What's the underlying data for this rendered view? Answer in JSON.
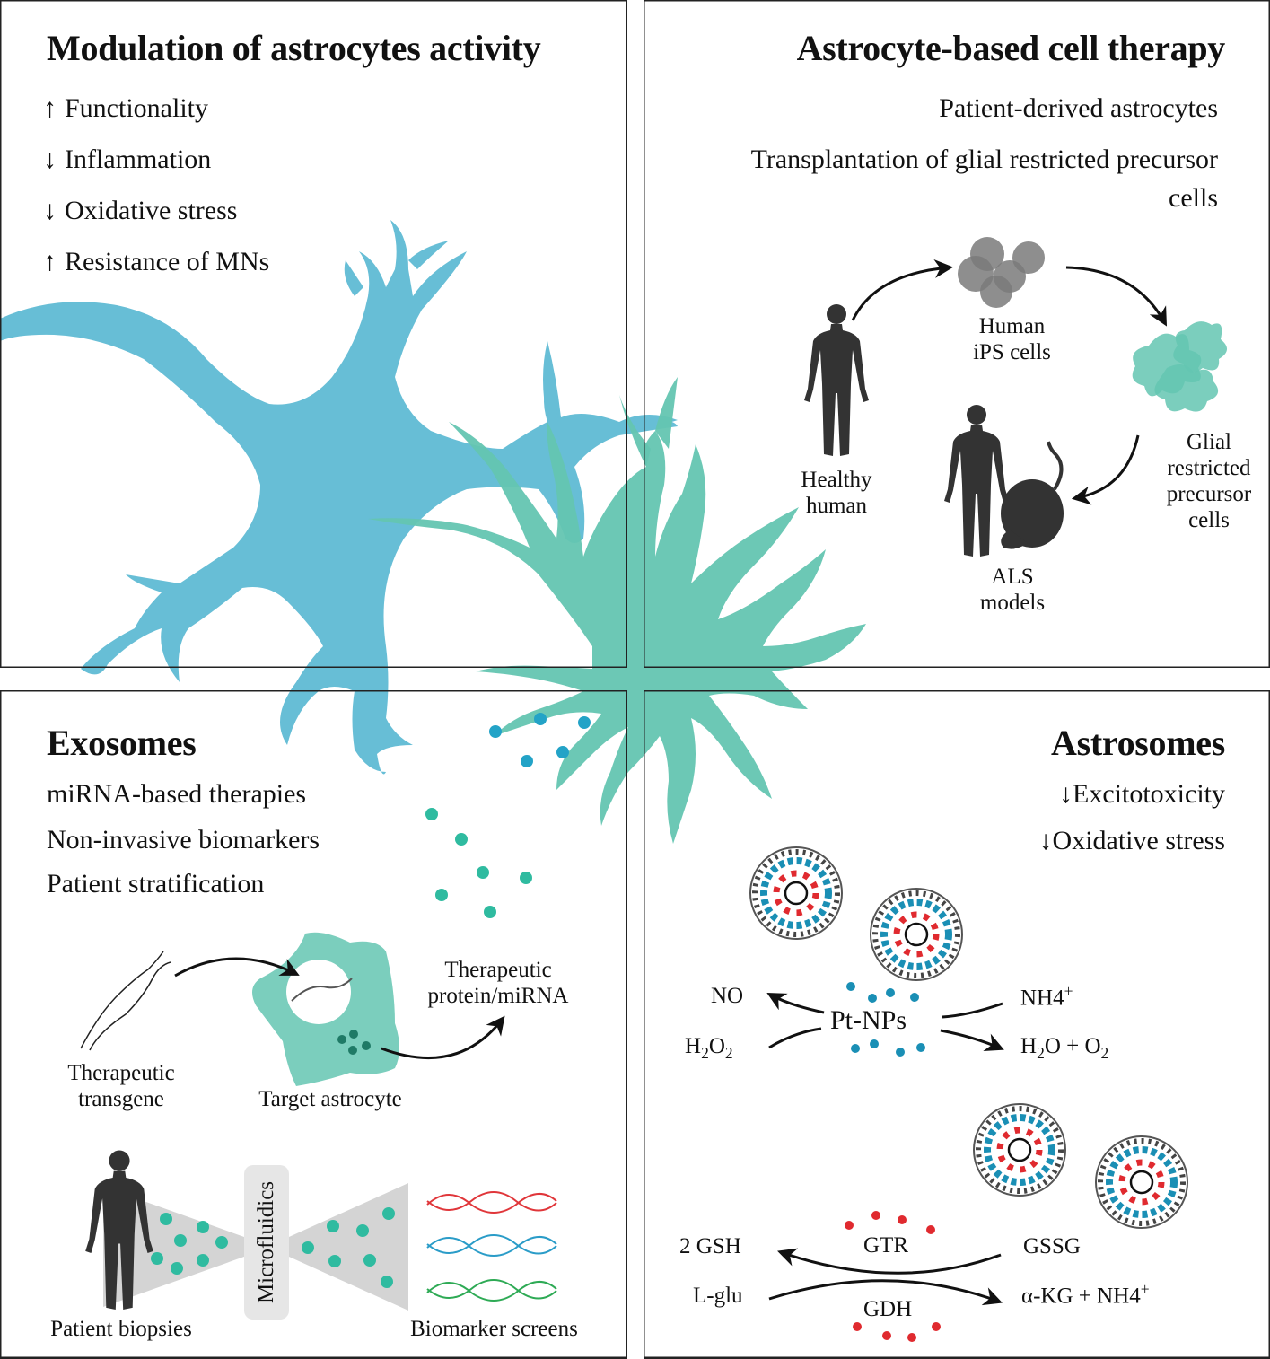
{
  "colors": {
    "neuron": "#67BED6",
    "astrocyte": "#64C5B1",
    "exosome_dot_teal": "#2FBBA0",
    "exosome_dot_blue": "#23A3C7",
    "silhouette": "#333333",
    "ips_cells": "#7A7A7A",
    "nanoparticle_red": "#E02A2F",
    "nanoparticle_blue": "#1A8FB5",
    "dna_red": "#E0363A",
    "dna_blue": "#2A9CC8",
    "dna_green": "#2EAA55",
    "funnel": "#D4D4D4"
  },
  "panels": {
    "modulation": {
      "title": "Modulation of astrocytes activity",
      "items": [
        {
          "arrow": "↑",
          "label": "Functionality"
        },
        {
          "arrow": "↓",
          "label": "Inflammation"
        },
        {
          "arrow": "↓",
          "label": "Oxidative stress"
        },
        {
          "arrow": "↑",
          "label": "Resistance of MNs"
        }
      ]
    },
    "cell_therapy": {
      "title": "Astrocyte-based cell therapy",
      "items": [
        "Patient-derived astrocytes",
        "Transplantation of glial restricted precursor",
        "cells"
      ],
      "cycle": {
        "healthy_human": [
          "Healthy",
          "human"
        ],
        "ips_cells": [
          "Human",
          "iPS cells"
        ],
        "glial_cells": [
          "Glial",
          "restricted",
          "precursor",
          "cells"
        ],
        "als_models": [
          "ALS",
          "models"
        ]
      }
    },
    "exosomes": {
      "title": "Exosomes",
      "items": [
        "miRNA-based therapies",
        "Non-invasive biomarkers",
        "Patient stratification"
      ],
      "transgene_label": [
        "Therapeutic",
        "transgene"
      ],
      "target_label": "Target astrocyte",
      "product_label": [
        "Therapeutic",
        "protein/miRNA"
      ],
      "biopsy_label": "Patient biopsies",
      "microfluidics_label": "Microfluidics",
      "screens_label": "Biomarker screens"
    },
    "astrosomes": {
      "title": "Astrosomes",
      "items": [
        {
          "arrow": "↓",
          "label": "Excitotoxicity"
        },
        {
          "arrow": "↓",
          "label": "Oxidative stress"
        }
      ],
      "reaction1": {
        "catalyst": "Pt-NPs",
        "left_top": "NO",
        "left_bottom_main": "H",
        "left_bottom_sub1": "2",
        "left_bottom_mid": "O",
        "left_bottom_sub2": "2",
        "right_top_main": "NH4",
        "right_top_sup": "+",
        "right_bottom_a": "H",
        "right_bottom_sub1": "2",
        "right_bottom_b": "O + O",
        "right_bottom_sub2": "2"
      },
      "reaction2": {
        "enzyme_top": "GTR",
        "enzyme_bottom": "GDH",
        "left_top": "2 GSH",
        "right_top": "GSSG",
        "left_bottom": "L-glu",
        "right_bottom_main": "α-KG + NH4",
        "right_bottom_sup": "+"
      }
    }
  }
}
